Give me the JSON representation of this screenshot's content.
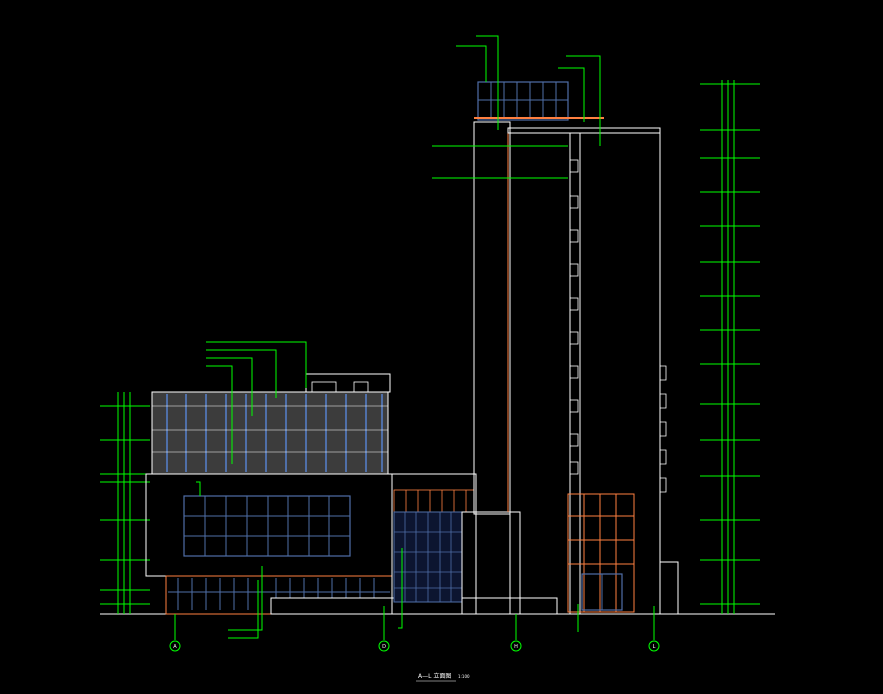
{
  "drawing": {
    "title": "A—L 立面图",
    "scale": "1:100",
    "axis_labels": [
      "A",
      "D",
      "H",
      "L"
    ],
    "colors": {
      "background": "#000000",
      "outline": "#ffffff",
      "leader": "#00ff00",
      "accent": "#ff8040",
      "glazing": "#4f6fa8",
      "panel": "#3c3c3c"
    }
  }
}
